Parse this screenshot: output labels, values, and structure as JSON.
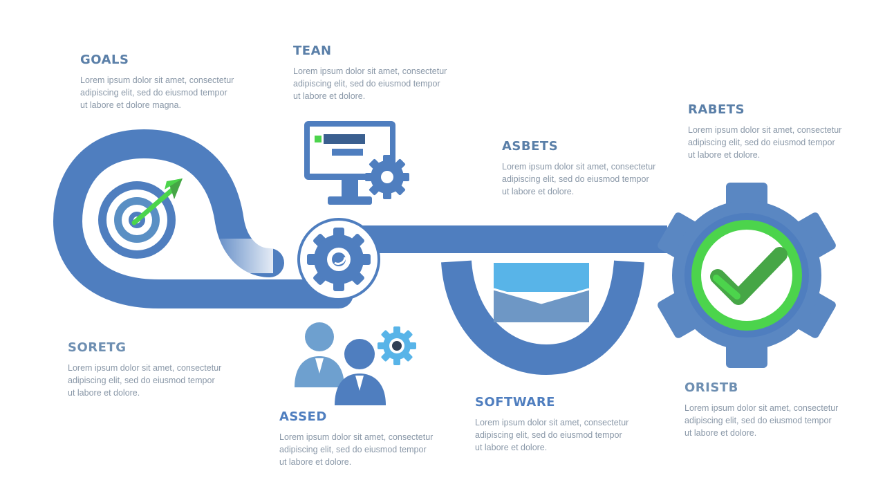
{
  "colors": {
    "primary_blue": "#4f7ebf",
    "light_blue": "#6ea0cf",
    "sky_blue": "#58b4e8",
    "green": "#4cd44c",
    "dark_green": "#46a646",
    "heading": "#5a7fa8",
    "body_text": "#8a98a8"
  },
  "icons": [
    "target-icon",
    "computer-monitor-icon",
    "gear-icon",
    "people-icon",
    "document-tray-icon",
    "gear-checkmark-icon"
  ],
  "blocks": {
    "goals": {
      "title": "GOALS",
      "body": [
        "Lorem ipsum dolor sit amet, consectetur",
        "adipiscing elit, sed do eiusmod tempor",
        "ut labore et dolore magna."
      ]
    },
    "team": {
      "title": "TEAN",
      "body": [
        "Lorem ipsum dolor sit amet, consectetur",
        "adipiscing elit, sed do eiusmod tempor",
        "ut labore et dolore."
      ]
    },
    "assets": {
      "title": "ASBETS",
      "body": [
        "Lorem ipsum dolor sit amet, consectetur",
        "adipiscing elit, sed do eiusmod tempor",
        "ut labore et dolore."
      ]
    },
    "rabets": {
      "title": "RABETS",
      "body": [
        "Lorem ipsum dolor sit amet, consectetur",
        "adipiscing elit, sed do eiusmod tempor",
        "ut labore et dolore."
      ]
    },
    "soretg": {
      "title": "SORETG",
      "body": [
        "Lorem ipsum dolor sit amet, consectetur",
        "adipiscing elit, sed do eiusmod tempor",
        "ut labore et dolore."
      ]
    },
    "assed": {
      "title": "ASSED",
      "body": [
        "Lorem ipsum dolor sit amet, consectetur",
        "adipiscing elit, sed do eiusmod tempor",
        "ut labore et dolore."
      ]
    },
    "software": {
      "title": "SOFTWARE",
      "body": [
        "Lorem ipsum dolor sit amet, consectetur",
        "adipiscing elit, sed do eiusmod tempor",
        "ut labore et dolore."
      ]
    },
    "oristb": {
      "title": "ORISTB",
      "body": [
        "Lorem ipsum dolor sit amet, consectetur",
        "adipiscing elit, sed do eiusmod tempor",
        "ut labore et dolore."
      ]
    }
  }
}
